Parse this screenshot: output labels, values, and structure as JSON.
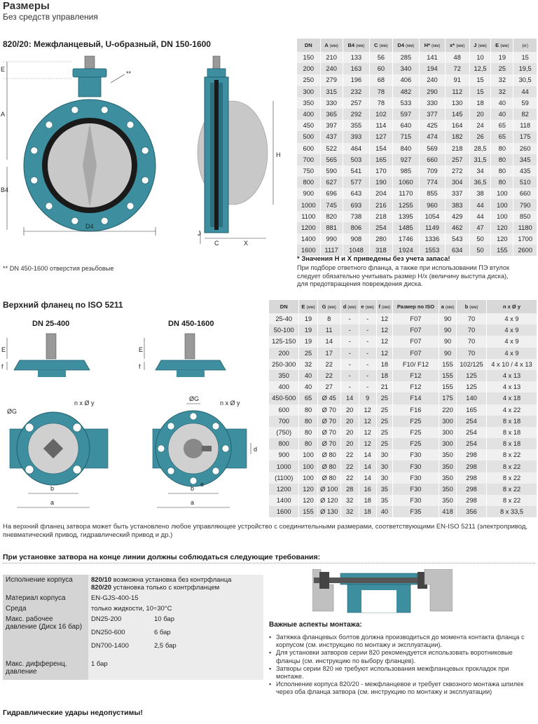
{
  "header": {
    "title": "Размеры",
    "subtitle": "Без средств управления"
  },
  "section1": {
    "title": "820/20: Межфланцевый, U-образный, DN 150-1600",
    "drawing_labels": {
      "E": "E",
      "A": "A",
      "B4": "B4",
      "D4": "D4",
      "star": "**",
      "H": "H",
      "J": "J",
      "C": "C",
      "X": "X"
    },
    "footnote": "** DN 450-1600 отверстия резьбовые",
    "table": {
      "headers": [
        {
          "name": "DN",
          "unit": ""
        },
        {
          "name": "A",
          "unit": "(мм)"
        },
        {
          "name": "B4",
          "unit": "(мм)"
        },
        {
          "name": "C",
          "unit": "(мм)"
        },
        {
          "name": "D4",
          "unit": "(мм)"
        },
        {
          "name": "H*",
          "unit": "(мм)"
        },
        {
          "name": "x*",
          "unit": "(мм)"
        },
        {
          "name": "J",
          "unit": "(мм)"
        },
        {
          "name": "E",
          "unit": "(мм)"
        },
        {
          "name": "",
          "unit": "(кг)"
        }
      ],
      "rows": [
        [
          "150",
          "210",
          "133",
          "56",
          "285",
          "141",
          "48",
          "10",
          "19",
          "15"
        ],
        [
          "200",
          "240",
          "163",
          "60",
          "340",
          "194",
          "72",
          "12,5",
          "25",
          "19,5"
        ],
        [
          "250",
          "279",
          "196",
          "68",
          "406",
          "240",
          "91",
          "15",
          "32",
          "30,5"
        ],
        [
          "300",
          "315",
          "232",
          "78",
          "482",
          "290",
          "112",
          "15",
          "32",
          "44"
        ],
        [
          "350",
          "330",
          "257",
          "78",
          "533",
          "330",
          "130",
          "18",
          "40",
          "59"
        ],
        [
          "400",
          "365",
          "292",
          "102",
          "597",
          "377",
          "145",
          "20",
          "40",
          "82"
        ],
        [
          "450",
          "397",
          "355",
          "114",
          "640",
          "425",
          "164",
          "24",
          "65",
          "118"
        ],
        [
          "500",
          "437",
          "393",
          "127",
          "715",
          "474",
          "182",
          "26",
          "65",
          "175"
        ],
        [
          "600",
          "522",
          "464",
          "154",
          "840",
          "569",
          "218",
          "28,5",
          "80",
          "260"
        ],
        [
          "700",
          "565",
          "503",
          "165",
          "927",
          "660",
          "257",
          "31,5",
          "80",
          "345"
        ],
        [
          "750",
          "590",
          "541",
          "170",
          "985",
          "709",
          "272",
          "34",
          "80",
          "435"
        ],
        [
          "800",
          "627",
          "577",
          "190",
          "1060",
          "774",
          "304",
          "36,5",
          "80",
          "510"
        ],
        [
          "900",
          "696",
          "643",
          "204",
          "1170",
          "855",
          "337",
          "38",
          "100",
          "660"
        ],
        [
          "1000",
          "745",
          "693",
          "216",
          "1255",
          "960",
          "383",
          "44",
          "100",
          "790"
        ],
        [
          "1100",
          "820",
          "738",
          "218",
          "1395",
          "1054",
          "429",
          "44",
          "100",
          "850"
        ],
        [
          "1200",
          "881",
          "806",
          "254",
          "1485",
          "1149",
          "462",
          "47",
          "120",
          "1180"
        ],
        [
          "1400",
          "990",
          "908",
          "280",
          "1746",
          "1336",
          "543",
          "50",
          "120",
          "1700"
        ],
        [
          "1600",
          "1117",
          "1048",
          "318",
          "1924",
          "1553",
          "634",
          "50",
          "155",
          "2600"
        ]
      ]
    },
    "note_bold": "* Значения H и X приведены без учета запаса!",
    "note_lines": [
      "При подборе ответного фланца, а также при использовании ПЭ втулок",
      "следует обязательно учитывать размер H/x (величину выступа диска),",
      "для предотвращения повреждения диска."
    ]
  },
  "section2": {
    "title": "Верхний фланец по ISO 5211",
    "drawing1_title": "DN 25-400",
    "drawing2_title": "DN 450-1600",
    "drawing_labels": {
      "E": "E",
      "f": "f",
      "G": "ØG",
      "nxy": "n x Ø y",
      "b": "b",
      "a": "a",
      "d": "d",
      "e": "e"
    },
    "table": {
      "headers": [
        {
          "name": "DN",
          "unit": ""
        },
        {
          "name": "E",
          "unit": "(мм)"
        },
        {
          "name": "G",
          "unit": "(мм)"
        },
        {
          "name": "d",
          "unit": "(мм)"
        },
        {
          "name": "e",
          "unit": "(мм)"
        },
        {
          "name": "f",
          "unit": "(мм)"
        },
        {
          "name": "Размер по ISO",
          "unit": ""
        },
        {
          "name": "a",
          "unit": "(мм)"
        },
        {
          "name": "b",
          "unit": "(мм)"
        },
        {
          "name": "n x Ø y",
          "unit": ""
        }
      ],
      "rows": [
        [
          "25-40",
          "19",
          "8",
          "-",
          "-",
          "12",
          "F07",
          "90",
          "70",
          "4 x 9"
        ],
        [
          "50-100",
          "19",
          "11",
          "-",
          "-",
          "12",
          "F07",
          "90",
          "70",
          "4 x 9"
        ],
        [
          "125-150",
          "19",
          "14",
          "-",
          "-",
          "12",
          "F07",
          "90",
          "70",
          "4 x 9"
        ],
        [
          "200",
          "25",
          "17",
          "-",
          "-",
          "12",
          "F07",
          "90",
          "70",
          "4 x 9"
        ],
        [
          "250-300",
          "32",
          "22",
          "-",
          "-",
          "18",
          "F10/ F12",
          "155",
          "102/125",
          "4 x 10 / 4 x 13"
        ],
        [
          "350",
          "40",
          "22",
          "-",
          "-",
          "18",
          "F12",
          "155",
          "125",
          "4 x 13"
        ],
        [
          "400",
          "40",
          "27",
          "-",
          "-",
          "21",
          "F12",
          "155",
          "125",
          "4 x 13"
        ],
        [
          "450-500",
          "65",
          "Ø 45",
          "14",
          "9",
          "25",
          "F14",
          "175",
          "140",
          "4 x 18"
        ],
        [
          "600",
          "80",
          "Ø 70",
          "20",
          "12",
          "25",
          "F16",
          "220",
          "165",
          "4 x 22"
        ],
        [
          "700",
          "80",
          "Ø 70",
          "20",
          "12",
          "25",
          "F25",
          "300",
          "254",
          "8 x 18"
        ],
        [
          "(750)",
          "80",
          "Ø 70",
          "20",
          "12",
          "25",
          "F25",
          "300",
          "254",
          "8 x 18"
        ],
        [
          "800",
          "80",
          "Ø 70",
          "20",
          "12",
          "25",
          "F25",
          "300",
          "254",
          "8 x 18"
        ],
        [
          "900",
          "100",
          "Ø 80",
          "22",
          "14",
          "30",
          "F30",
          "350",
          "298",
          "8 x 22"
        ],
        [
          "1000",
          "100",
          "Ø 80",
          "22",
          "14",
          "30",
          "F30",
          "350",
          "298",
          "8 x 22"
        ],
        [
          "(1100)",
          "100",
          "Ø 80",
          "22",
          "14",
          "30",
          "F30",
          "350",
          "298",
          "8 x 22"
        ],
        [
          "1200",
          "120",
          "Ø 100",
          "28",
          "16",
          "35",
          "F30",
          "350",
          "298",
          "8 x 22"
        ],
        [
          "1400",
          "120",
          "Ø 120",
          "32",
          "18",
          "35",
          "F30",
          "350",
          "298",
          "8 x 22"
        ],
        [
          "1600",
          "155",
          "Ø 130",
          "32",
          "18",
          "40",
          "F35",
          "418",
          "356",
          "8 x 33,5"
        ]
      ]
    },
    "paragraph": "На верхний фланец затвора может быть установлено любое управляющее устройство с соединительными размерами, соответствующими EN-ISO 5211 (электропривод, пневматический привод, гидравлический привод и др.)"
  },
  "section3": {
    "title": "При установке затвора на конце линии должны соблюдаться следующие требования:",
    "rows": [
      {
        "label": "Исполнение корпуса",
        "lines": [
          {
            "bold": "820/10",
            "text": " возможна установка без контрфланца"
          },
          {
            "bold": "820/20",
            "text": " установка только с контрфланцем"
          }
        ]
      },
      {
        "label": "Материал корпуса",
        "lines": [
          {
            "bold": "",
            "text": "EN-GJS-400-15"
          }
        ]
      },
      {
        "label": "Среда",
        "lines": [
          {
            "bold": "",
            "text": "только жидкости, 10÷30°C"
          }
        ]
      },
      {
        "label": "Макс. рабочее давление (Диск 16 бар)",
        "lines": [
          {
            "bold": "",
            "text": "DN25-200",
            "value": "10 бар"
          },
          {
            "bold": "",
            "text": "DN250-600",
            "value": "6 бар"
          },
          {
            "bold": "",
            "text": "DN700-1400",
            "value": "2,5 бар"
          }
        ]
      },
      {
        "label": "Макс. дифференц. давление",
        "lines": [
          {
            "bold": "",
            "text": "1 бар"
          }
        ]
      }
    ],
    "warning": "Гидравлические удары недопустимы!",
    "aspects_title": "Важные аспекты монтажа:",
    "aspects": [
      "Затяжка фланцевых болтов должна производиться до момента контакта фланца с корпусом (см. инструкцию по монтажу и эксплуатации).",
      "Для установки затворов серии 820 рекомендуется использовать воротниковые фланцы (см. инструкцию по выбору фланцев).",
      "Затворы серии 820 не требуют использования межфланцевых прокладок при монтаже.",
      "Исполнение корпуса 820/20 - межфланцевое и требует сквозного монтажа шпилек через оба фланца затвора (см. инструкцию по монтажу и эксплуатации)"
    ]
  },
  "colors": {
    "body_teal": "#3d8fa0",
    "body_dark": "#2b6e7e",
    "disc_grey": "#c8c8c8",
    "table_header": "#d8d8d8"
  }
}
